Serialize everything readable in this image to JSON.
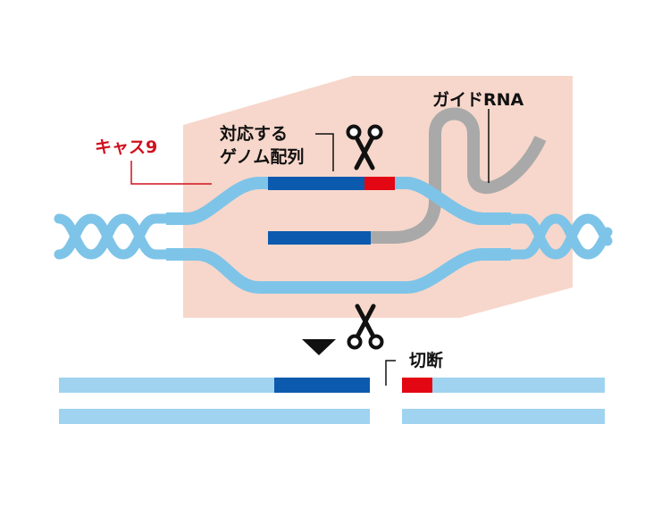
{
  "labels": {
    "cas9": "キャス9",
    "target_line1": "対応する",
    "target_line2": "ゲノム配列",
    "guide_rna": "ガイドRNA",
    "cut": "切断"
  },
  "colors": {
    "cas9_background": "#F7D7CB",
    "dna_strand": "#7EC4E8",
    "dna_strand_light": "#9FD3F0",
    "target_sequence": "#0B5AAE",
    "pam_site": "#E30613",
    "guide_rna": "#A9A9A9",
    "cas9_label": "#D0101E",
    "text": "#111111"
  },
  "icons": [
    "scissors-icon",
    "arrow-down-icon"
  ]
}
